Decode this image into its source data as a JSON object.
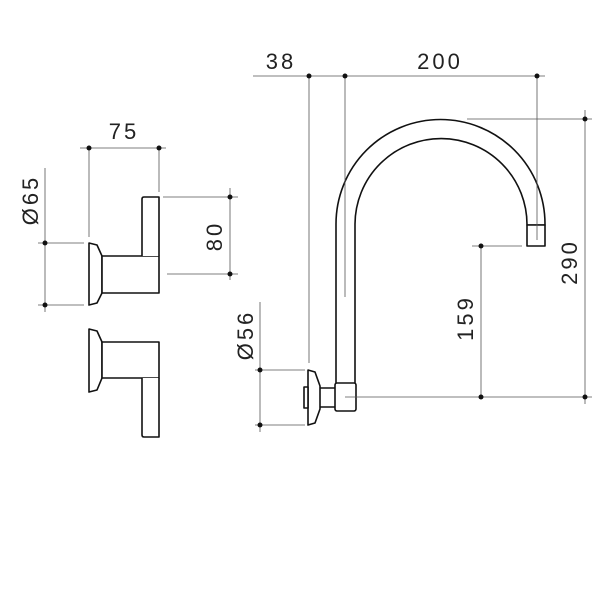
{
  "drawing": {
    "units": "mm",
    "line_color": "#111111",
    "dimensions": {
      "handle_width": "75",
      "handle_flange_diameter": "Ø65",
      "lever_height": "80",
      "spout_flange_diameter": "Ø56",
      "spout_offset": "38",
      "spout_reach": "200",
      "spout_total_height": "290",
      "spout_outlet_height": "159"
    }
  }
}
